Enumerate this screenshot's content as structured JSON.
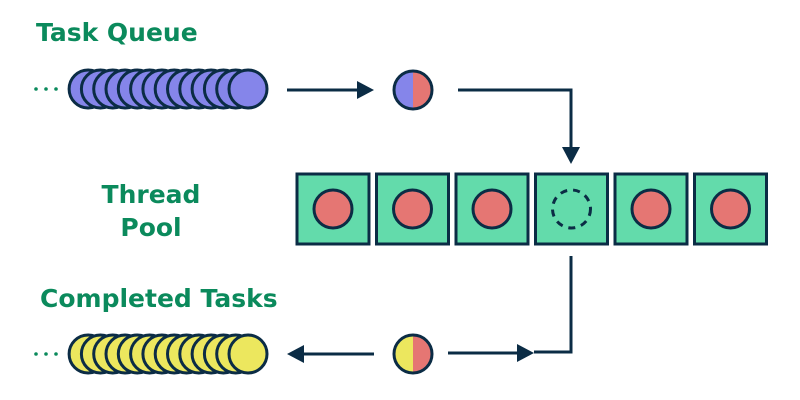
{
  "labels": {
    "task_queue": "Task Queue",
    "thread_pool_line1": "Thread",
    "thread_pool_line2": "Pool",
    "completed_tasks": "Completed Tasks"
  },
  "ellipsis": "...",
  "colors": {
    "label_green": "#0b8a5c",
    "outline": "#0b2c45",
    "queue_task": "#8585ea",
    "completed_task": "#ece75e",
    "processing": "#e57673",
    "thread_box": "#63dbab",
    "ellipsis_dots": "#0b8a5c"
  },
  "task_queue": {
    "visible_count": 14
  },
  "completed_tasks": {
    "visible_count": 14
  },
  "thread_pool": {
    "threads": [
      {
        "state": "busy"
      },
      {
        "state": "busy"
      },
      {
        "state": "busy"
      },
      {
        "state": "idle"
      },
      {
        "state": "busy"
      },
      {
        "state": "busy"
      }
    ]
  },
  "in_transit": {
    "incoming": {
      "left_half": "queue_task",
      "right_half": "processing"
    },
    "outgoing": {
      "left_half": "completed_task",
      "right_half": "processing"
    }
  }
}
